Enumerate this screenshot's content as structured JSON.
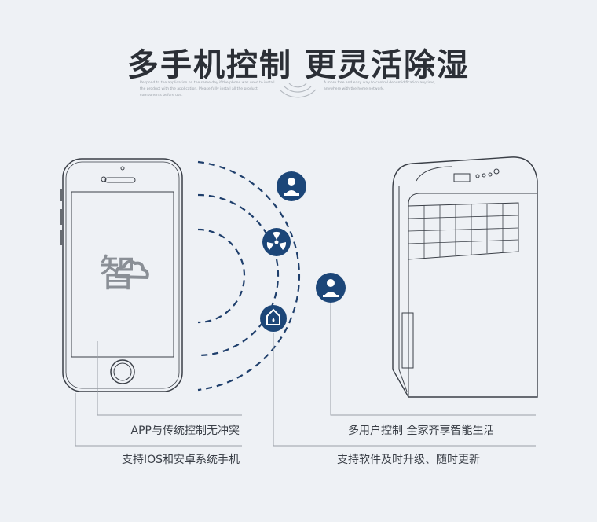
{
  "headline": "多手机控制 更灵活除湿",
  "fine_print": {
    "left": "Respond to the application on the same day if the phone was used to install the product with the application. Please fully install all the product components before use.",
    "right": "A more free and easy way to control dehumidification anytime, anywhere with the home network."
  },
  "phone": {
    "screen_glyph": "智"
  },
  "icons": {
    "top": "person-icon",
    "middle": "radiation-fan-icon",
    "lower": "home-drop-icon",
    "right": "person-icon"
  },
  "captions": {
    "left_top": "APP与传统控制无冲突",
    "left_bottom": "支持IOS和安卓系统手机",
    "right_top": "多用户控制 全家齐享智能生活",
    "right_bottom": "支持软件及时升级、随时更新"
  },
  "colors": {
    "background": "#eef1f5",
    "accent": "#1c4678",
    "line": "#1f3f6c"
  }
}
